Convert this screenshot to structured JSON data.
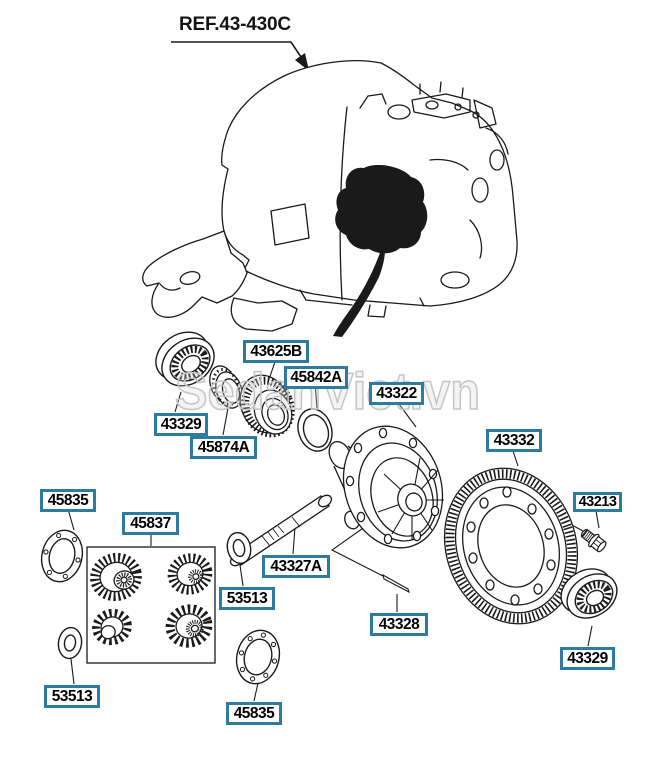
{
  "page": {
    "ref_label": "REF.43-430C",
    "watermark": "SedanViet.vn"
  },
  "colors": {
    "line": "#1a1a1a",
    "label_border": "#2d7ba1",
    "label_text": "#000000",
    "watermark": "#c6c6c6",
    "background": "#ffffff"
  },
  "parts": [
    {
      "label": "43329"
    },
    {
      "label": "45874A"
    },
    {
      "label": "43625B"
    },
    {
      "label": "45842A"
    },
    {
      "label": "43322"
    },
    {
      "label": "43332"
    },
    {
      "label": "43213"
    },
    {
      "label": "43329"
    },
    {
      "label": "45835"
    },
    {
      "label": "45837"
    },
    {
      "label": "43327A"
    },
    {
      "label": "53513"
    },
    {
      "label": "43328"
    },
    {
      "label": "53513"
    },
    {
      "label": "45835"
    }
  ]
}
